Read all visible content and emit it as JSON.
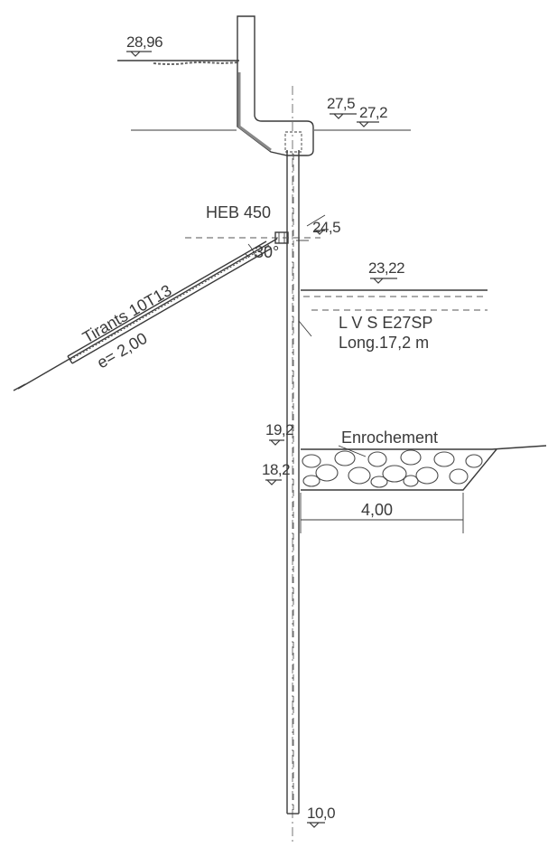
{
  "elevations": {
    "top_wall": "28,96",
    "slab_top": "27,5",
    "slab_side": "27,2",
    "anchor": "24,5",
    "water": "23,22",
    "rock_top": "19,2",
    "rock_bottom": "18,2",
    "pile_toe": "10,0"
  },
  "labels": {
    "waler": "HEB 450",
    "angle": "30°",
    "tie_rods": "Tirants 10T13",
    "tie_spacing": "e= 2,00",
    "sheet_pile": "L V S  E27SP",
    "sheet_length": "Long.17,2 m",
    "riprap": "Enrochement",
    "riprap_width": "4,00"
  },
  "colors": {
    "ink": "#3a3a3a",
    "fill_gray": "#d9d9d9"
  }
}
